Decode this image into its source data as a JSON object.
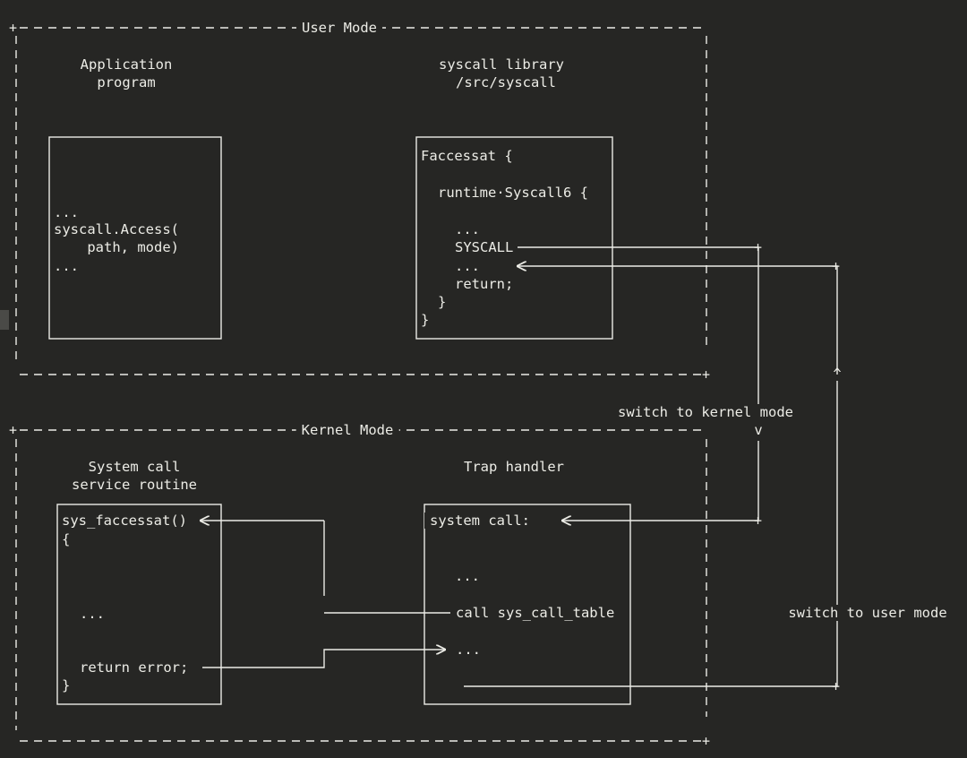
{
  "user_mode": {
    "title": "User Mode",
    "application": {
      "line1": "Application",
      "line2": "program",
      "code": [
        "...",
        "syscall.Access(",
        "    path, mode)",
        "..."
      ]
    },
    "syscall_library": {
      "line1": "syscall library",
      "line2": "/src/syscall",
      "code": [
        "Faccessat {",
        "runtime·Syscall6 {",
        "...",
        "SYSCALL",
        "...",
        "return;",
        "}",
        "}"
      ]
    }
  },
  "kernel_mode": {
    "title": "Kernel Mode",
    "service_routine": {
      "line1": "System call",
      "line2": "service routine",
      "code": [
        "sys_faccessat()",
        "{",
        "...",
        "return error;",
        "}"
      ]
    },
    "trap_handler": {
      "title": "Trap handler",
      "code": [
        "system call:",
        "...",
        "call sys_call_table",
        "..."
      ]
    }
  },
  "transitions": {
    "to_kernel": "switch to kernel mode",
    "to_user": "switch to user mode",
    "down_arrow": "v",
    "up_arrow": "^"
  },
  "colors": {
    "background": "#262624",
    "foreground": "#ecece6"
  }
}
